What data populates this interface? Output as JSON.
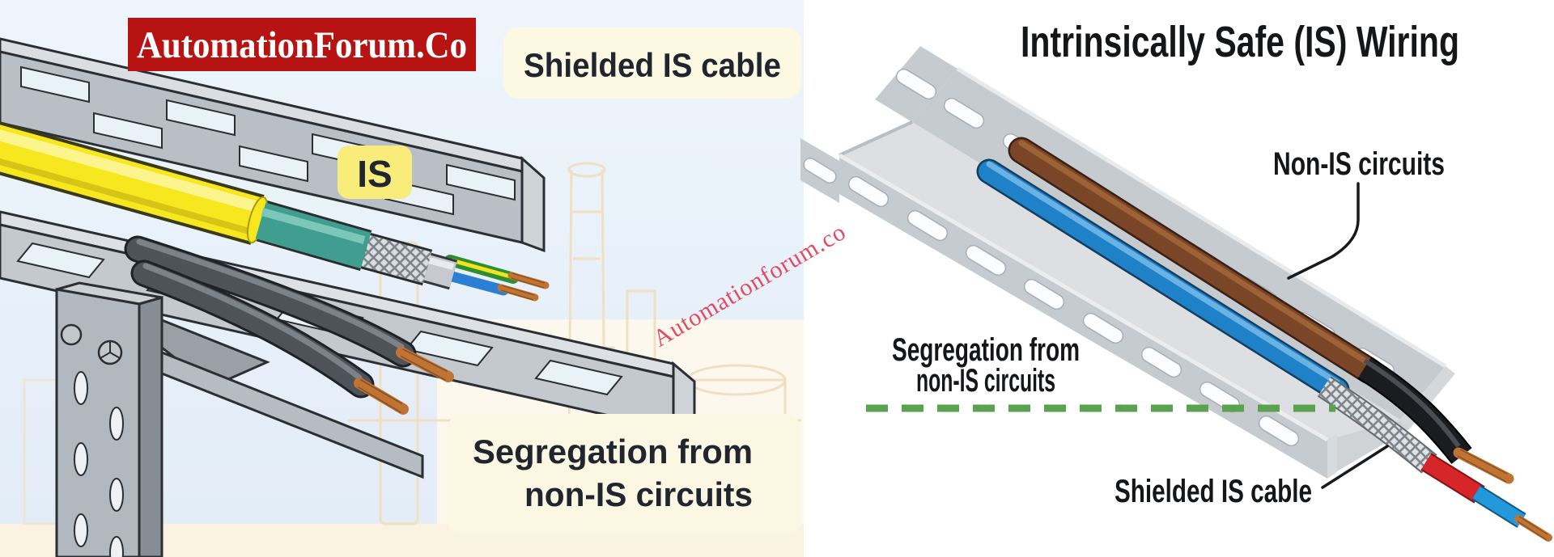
{
  "left_panel": {
    "brand": "AutomationForum.Co",
    "label_shielded": "Shielded IS cable",
    "label_is_tag": "IS",
    "label_segregation_line1": "Segregation from",
    "label_segregation_line2": "non-IS circuits",
    "watermark": "Automationforum.co"
  },
  "right_panel": {
    "title": "Intrinsically Safe (IS) Wiring",
    "label_non_is": "Non-IS circuits",
    "label_segregation_line1": "Segregation from",
    "label_segregation_line2": "non-IS circuits",
    "label_shielded": "Shielded IS cable"
  },
  "colors": {
    "brand_red": "#b61312",
    "label_cream": "#fcf8e2",
    "tag_yellow": "#f8ec7a",
    "text_dark": "#1f2630",
    "watermark_pink": "#e14b61",
    "segregation_green": "#5aa24f",
    "is_jacket_yellow": "#f6e71f",
    "is_shield_teal": "#3f9e8f",
    "non_is_brown": "#7b4628",
    "non_is_blue": "#1f82c8",
    "left_background": "#e9f1fa",
    "right_background": "#ffffff"
  }
}
